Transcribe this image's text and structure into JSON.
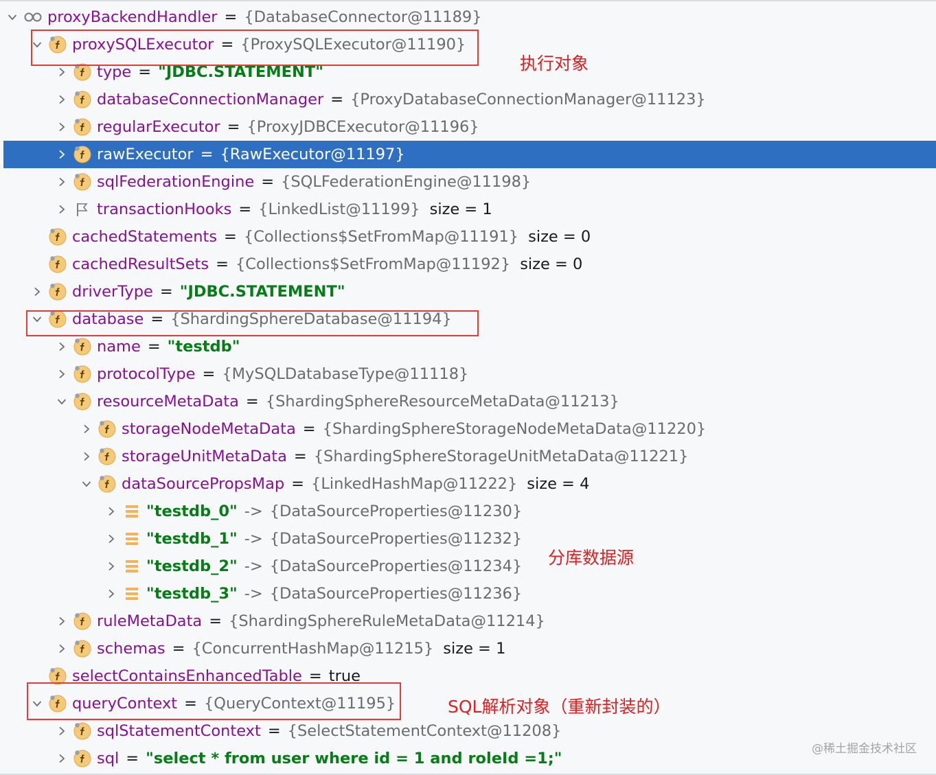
{
  "rows": [
    {
      "arrow": "down",
      "icon": "object-watch-icon",
      "name": "proxyBackendHandler",
      "eq": "=",
      "val": "{DatabaseConnector@11189}",
      "valStyle": "ref"
    },
    {
      "arrow": "down",
      "icon": "field-icon",
      "name": "proxySQLExecutor",
      "eq": "=",
      "val": "{ProxySQLExecutor@11190}",
      "valStyle": "ref"
    },
    {
      "arrow": "right",
      "icon": "field-icon",
      "name": "type",
      "eq": "=",
      "val": "\"JDBC.STATEMENT\"",
      "valStyle": "str"
    },
    {
      "arrow": "right",
      "icon": "field-icon",
      "name": "databaseConnectionManager",
      "eq": "=",
      "val": "{ProxyDatabaseConnectionManager@11123}",
      "valStyle": "ref"
    },
    {
      "arrow": "right",
      "icon": "field-icon",
      "name": "regularExecutor",
      "eq": "=",
      "val": "{ProxyJDBCExecutor@11196}",
      "valStyle": "ref"
    },
    {
      "arrow": "right",
      "icon": "field-icon",
      "name": "rawExecutor",
      "eq": "=",
      "val": "{RawExecutor@11197}",
      "valStyle": "ref",
      "selected": true
    },
    {
      "arrow": "right",
      "icon": "field-icon",
      "name": "sqlFederationEngine",
      "eq": "=",
      "val": "{SQLFederationEngine@11198}",
      "valStyle": "ref"
    },
    {
      "arrow": "right",
      "icon": "flag-icon",
      "name": "transactionHooks",
      "eq": "=",
      "val": "{LinkedList@11199}",
      "valStyle": "ref",
      "size": "size  =  1"
    },
    {
      "arrow": "",
      "icon": "field-icon",
      "name": "cachedStatements",
      "eq": "=",
      "val": "{Collections$SetFromMap@11191}",
      "valStyle": "ref",
      "size": "size  =  0"
    },
    {
      "arrow": "",
      "icon": "field-icon",
      "name": "cachedResultSets",
      "eq": "=",
      "val": "{Collections$SetFromMap@11192}",
      "valStyle": "ref",
      "size": "size  =  0"
    },
    {
      "arrow": "right",
      "icon": "field-icon",
      "name": "driverType",
      "eq": "=",
      "val": "\"JDBC.STATEMENT\"",
      "valStyle": "str"
    },
    {
      "arrow": "down",
      "icon": "field-icon",
      "name": "database",
      "eq": "=",
      "val": "{ShardingSphereDatabase@11194}",
      "valStyle": "ref"
    },
    {
      "arrow": "right",
      "icon": "field-icon",
      "name": "name",
      "eq": "=",
      "val": "\"testdb\"",
      "valStyle": "str"
    },
    {
      "arrow": "right",
      "icon": "field-icon",
      "name": "protocolType",
      "eq": "=",
      "val": "{MySQLDatabaseType@11118}",
      "valStyle": "ref"
    },
    {
      "arrow": "down",
      "icon": "field-icon",
      "name": "resourceMetaData",
      "eq": "=",
      "val": "{ShardingSphereResourceMetaData@11213}",
      "valStyle": "ref"
    },
    {
      "arrow": "right",
      "icon": "field-icon",
      "name": "storageNodeMetaData",
      "eq": "=",
      "val": "{ShardingSphereStorageNodeMetaData@11220}",
      "valStyle": "ref"
    },
    {
      "arrow": "right",
      "icon": "field-icon",
      "name": "storageUnitMetaData",
      "eq": "=",
      "val": "{ShardingSphereStorageUnitMetaData@11221}",
      "valStyle": "ref"
    },
    {
      "arrow": "down",
      "icon": "field-icon",
      "name": "dataSourcePropsMap",
      "eq": "=",
      "val": "{LinkedHashMap@11222}",
      "valStyle": "ref",
      "size": "size  =  4"
    },
    {
      "arrow": "right",
      "icon": "map-entry-icon",
      "key": "\"testdb_0\"",
      "op": "->",
      "val": "{DataSourceProperties@11230}",
      "valStyle": "ref"
    },
    {
      "arrow": "right",
      "icon": "map-entry-icon",
      "key": "\"testdb_1\"",
      "op": "->",
      "val": "{DataSourceProperties@11232}",
      "valStyle": "ref"
    },
    {
      "arrow": "right",
      "icon": "map-entry-icon",
      "key": "\"testdb_2\"",
      "op": "->",
      "val": "{DataSourceProperties@11234}",
      "valStyle": "ref"
    },
    {
      "arrow": "right",
      "icon": "map-entry-icon",
      "key": "\"testdb_3\"",
      "op": "->",
      "val": "{DataSourceProperties@11236}",
      "valStyle": "ref"
    },
    {
      "arrow": "right",
      "icon": "field-icon",
      "name": "ruleMetaData",
      "eq": "=",
      "val": "{ShardingSphereRuleMetaData@11214}",
      "valStyle": "ref"
    },
    {
      "arrow": "right",
      "icon": "field-icon",
      "name": "schemas",
      "eq": "=",
      "val": "{ConcurrentHashMap@11215}",
      "valStyle": "ref",
      "size": "size  =  1"
    },
    {
      "arrow": "",
      "icon": "field-icon",
      "name": "selectContainsEnhancedTable",
      "eq": "=",
      "val": "true",
      "valStyle": "kw"
    },
    {
      "arrow": "down",
      "icon": "field-icon",
      "name": "queryContext",
      "eq": "=",
      "val": "{QueryContext@11195}",
      "valStyle": "ref"
    },
    {
      "arrow": "right",
      "icon": "field-icon",
      "name": "sqlStatementContext",
      "eq": "=",
      "val": "{SelectStatementContext@11208}",
      "valStyle": "ref"
    },
    {
      "arrow": "right",
      "icon": "field-icon",
      "name": "sql",
      "eq": "=",
      "val": "\"select * from user where id = 1 and roleId =1;\"",
      "valStyle": "str"
    }
  ],
  "annotations": {
    "executor_note": "执行对象",
    "datasource_note": "分库数据源",
    "sql_note": "SQL解析对象（重新封装的）"
  },
  "watermark": "@稀土掘金技术社区",
  "colors": {
    "selection": "#2f6fc2",
    "field_name": "#871094",
    "string_value": "#067d17",
    "reference_value": "#6b6b6b",
    "annotation_red": "#e02020",
    "field_icon_fill": "#f5c97a"
  }
}
